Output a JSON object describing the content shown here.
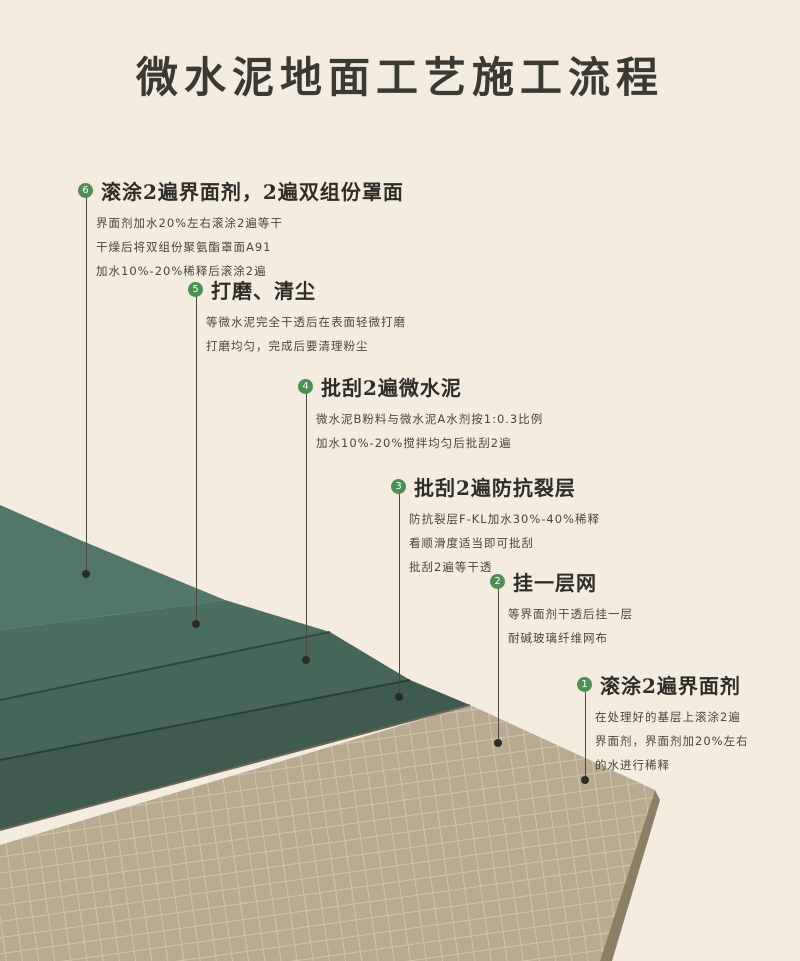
{
  "title": "微水泥地面工艺施工流程",
  "colors": {
    "background": "#f3ecdf",
    "badge": "#4f8f52",
    "green_layer": "#3e5e50",
    "base_layer": "#b8ab91"
  },
  "steps": [
    {
      "number": "6",
      "name": "滚涂2遍界面剂，2遍双组份罩面",
      "desc": [
        "界面剂加水20%左右滚涂2遍等干",
        "干燥后将双组份聚氨酯罩面A91",
        "加水10%-20%稀释后滚涂2遍"
      ]
    },
    {
      "number": "5",
      "name": "打磨、清尘",
      "desc": [
        "等微水泥完全干透后在表面轻微打磨",
        "打磨均匀，完成后要清理粉尘"
      ]
    },
    {
      "number": "4",
      "name": "批刮2遍微水泥",
      "desc": [
        "微水泥B粉料与微水泥A水剂按1:0.3比例",
        "加水10%-20%搅拌均匀后批刮2遍"
      ]
    },
    {
      "number": "3",
      "name": "批刮2遍防抗裂层",
      "desc": [
        "防抗裂层F-KL加水30%-40%稀释",
        "看顺滑度适当即可批刮",
        "批刮2遍等干透"
      ]
    },
    {
      "number": "2",
      "name": "挂一层网",
      "desc": [
        "等界面剂干透后挂一层",
        "耐碱玻璃纤维网布"
      ]
    },
    {
      "number": "1",
      "name": "滚涂2遍界面剂",
      "desc": [
        "在处理好的基层上滚涂2遍",
        "界面剂，界面剂加20%左右",
        "的水进行稀释"
      ]
    }
  ]
}
